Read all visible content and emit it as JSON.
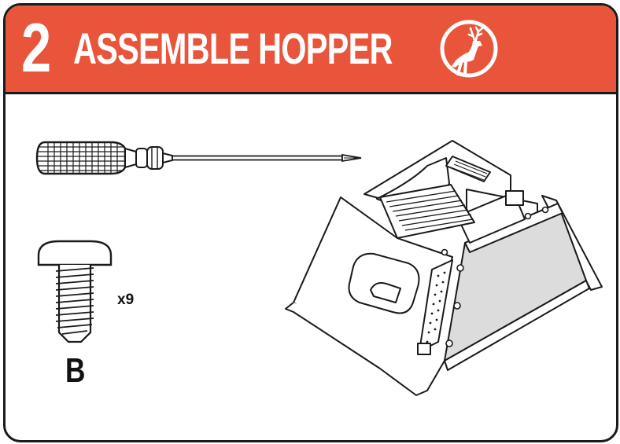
{
  "step": {
    "number": "2",
    "title": "ASSEMBLE HOPPER"
  },
  "badge": {
    "icon": "deer-icon"
  },
  "tool": {
    "icon": "phillips-screwdriver-icon"
  },
  "part": {
    "icon": "screw-icon",
    "quantity": "x9",
    "letter": "B"
  },
  "assembly": {
    "icon": "hopper-assembly-illustration"
  },
  "colors": {
    "header": "#e8553b",
    "ink": "#1a1a1a",
    "panel_gray": "#dcdcdc",
    "background": "#ffffff"
  }
}
